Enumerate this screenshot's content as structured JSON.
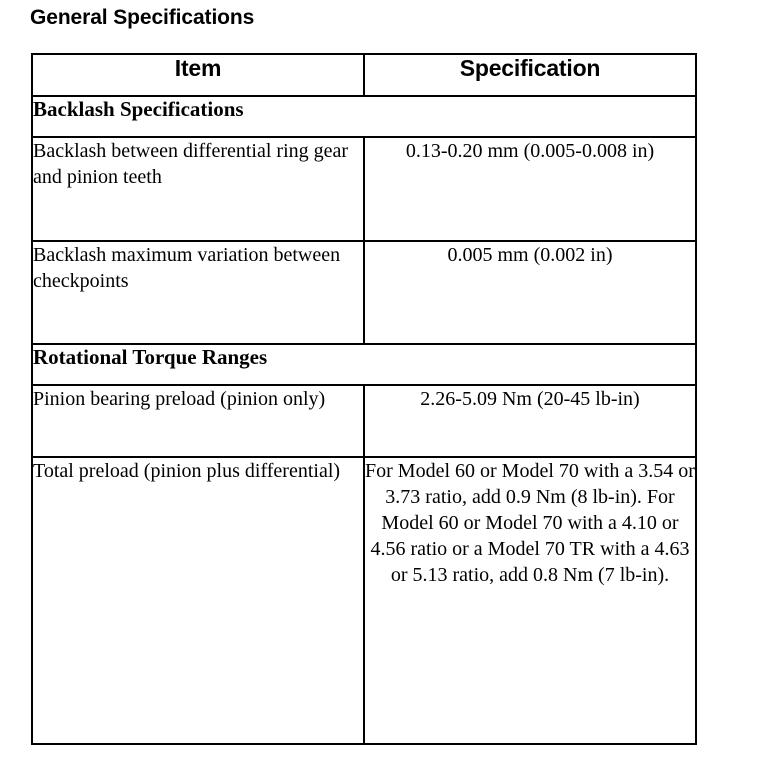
{
  "document": {
    "title": "General Specifications"
  },
  "table": {
    "columns": [
      "Item",
      "Specification"
    ],
    "sections": [
      {
        "heading": "Backlash Specifications",
        "rows": [
          {
            "item": "Backlash between differential ring gear and pinion teeth",
            "specification": "0.13-0.20 mm (0.005-0.008 in)"
          },
          {
            "item": "Backlash maximum variation between checkpoints",
            "specification": "0.005 mm (0.002 in)"
          }
        ]
      },
      {
        "heading": "Rotational Torque Ranges",
        "rows": [
          {
            "item": "Pinion bearing preload (pinion only)",
            "specification": "2.26-5.09 Nm (20-45 lb-in)"
          },
          {
            "item": "Total preload (pinion plus differential)",
            "specification": "For Model 60 or Model 70 with a 3.54 or 3.73 ratio, add 0.9 Nm (8 lb-in). For Model 60 or Model 70 with a 4.10 or 4.56 ratio or a Model 70 TR with a 4.63 or 5.13 ratio, add 0.8 Nm (7 lb-in)."
          }
        ]
      }
    ]
  },
  "colors": {
    "text": "#000000",
    "background": "#ffffff",
    "border": "#000000"
  }
}
